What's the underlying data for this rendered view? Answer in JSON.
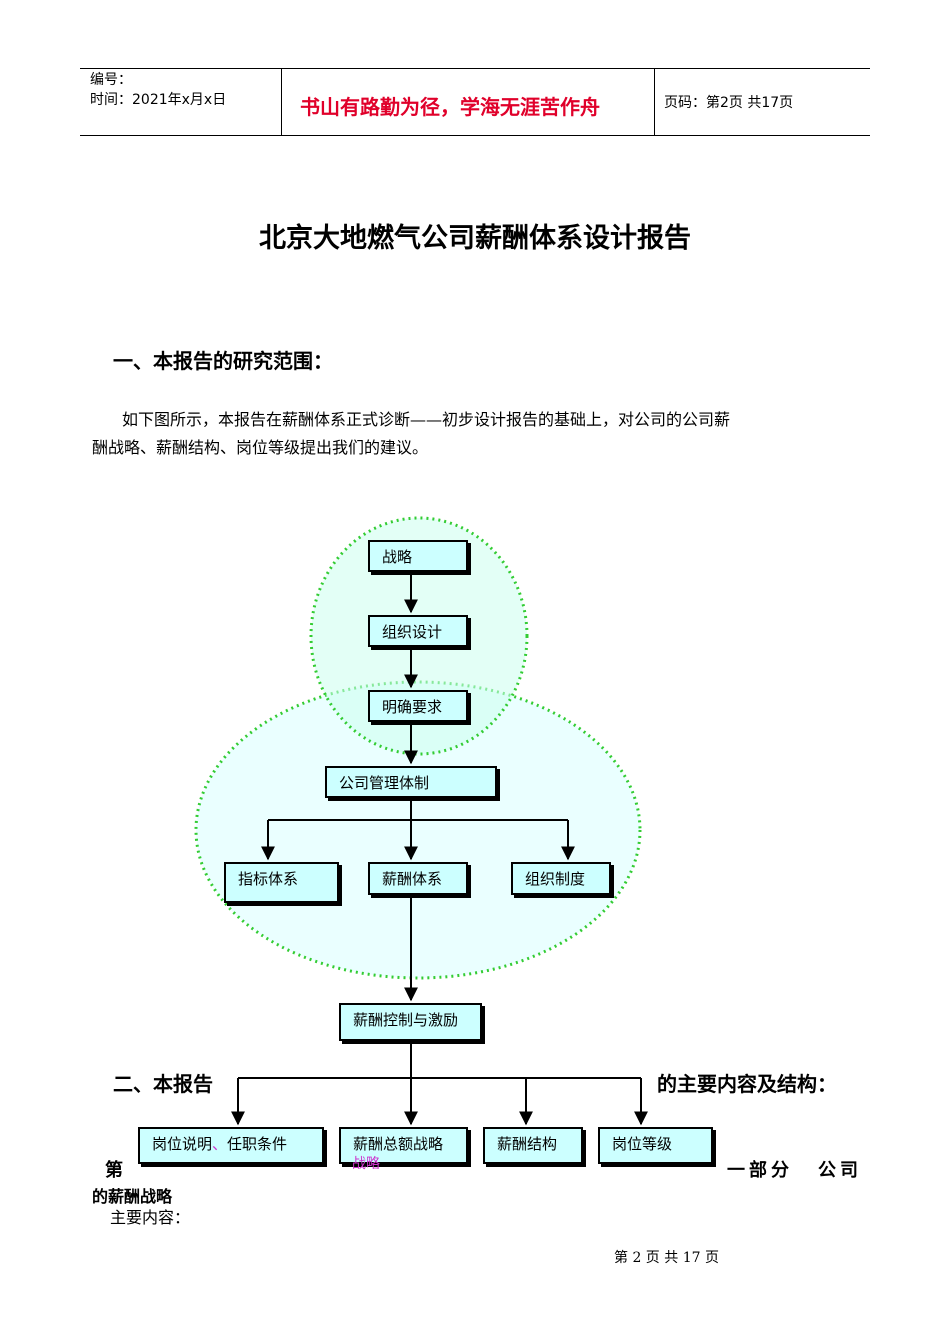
{
  "header": {
    "number_label": "编号：",
    "time_label": "时间：2021年x月x日",
    "motto": "书山有路勤为径，学海无涯苦作舟",
    "page_label": "页码：第2页  共17页"
  },
  "title": "北京大地燃气公司薪酬体系设计报告",
  "section1": {
    "heading": "一、本报告的研究范围：",
    "para_line1": "如下图所示，本报告在薪酬体系正式诊断——初步设计报告的基础上，对公司的公司薪",
    "para_line2": "酬战略、薪酬结构、岗位等级提出我们的建议。"
  },
  "diagram": {
    "strategy": "战略",
    "org_design": "组织设计",
    "requirements": "明确要求",
    "mgmt_system": "公司管理体制",
    "kpi_system": "指标体系",
    "comp_system": "薪酬体系",
    "org_rules": "组织制度",
    "comp_control": "薪酬控制与激励",
    "job_desc": "岗位说明",
    "job_desc_sep": "、",
    "job_desc_2": "任职条件",
    "total_comp": "薪酬总额战略",
    "total_comp_overflow": "战略",
    "comp_structure": "薪酬结构",
    "job_grade": "岗位等级"
  },
  "section2": {
    "heading_left": "二、本报告",
    "heading_right": "的主要内容及结构：",
    "part_left": "第",
    "part_mid": "一部分",
    "part_right": "公司",
    "part_line2": "的薪酬战略",
    "main_content": "主要内容："
  },
  "footer": {
    "text": "第 2 页 共 17 页"
  },
  "colors": {
    "motto": "#e0002a",
    "box_fill": "#ccffff",
    "ellipse_fill": "#e6ffff",
    "ellipse_stroke": "#33cc33",
    "overflow_text": "#cc33cc"
  }
}
